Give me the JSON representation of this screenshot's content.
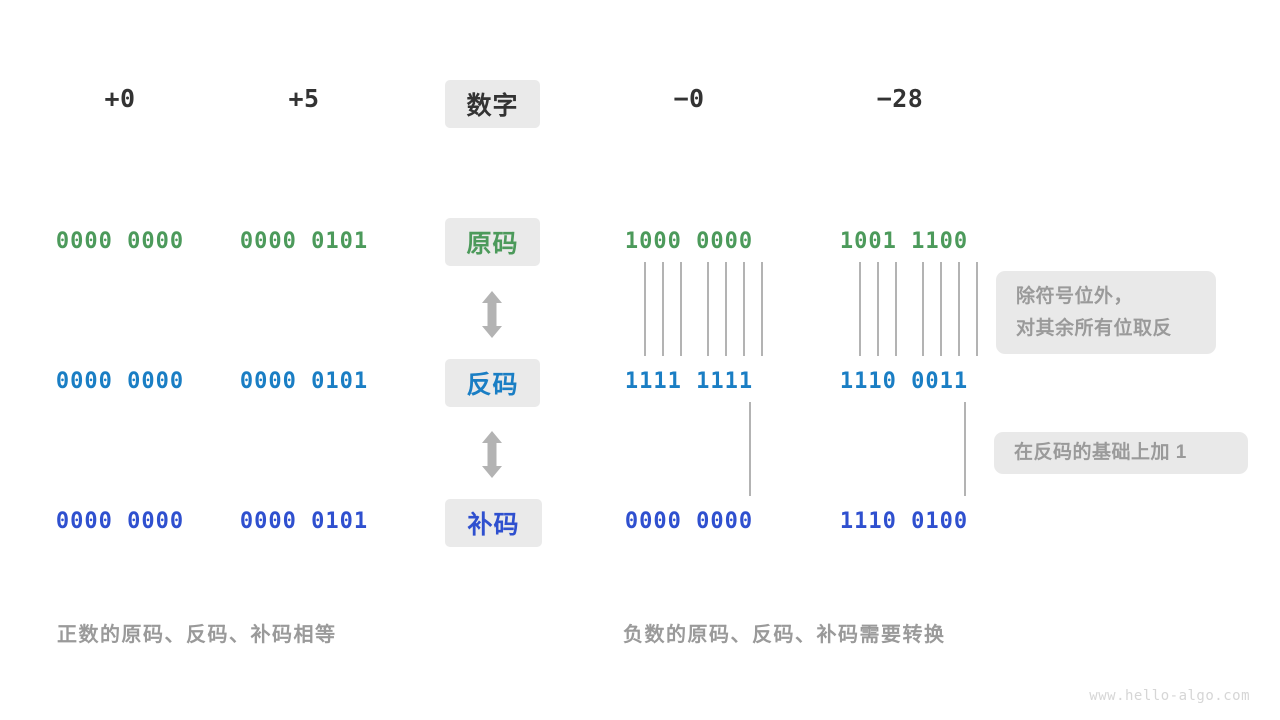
{
  "page": {
    "background": "#ffffff",
    "watermark": "www.hello-algo.com"
  },
  "colors": {
    "sign_magnitude": "#4c9a5b",
    "ones_complement": "#1a7ec4",
    "twos_complement": "#2f50cf",
    "chip_bg": "#eaeaea",
    "annotation_bg": "#e9e9e9",
    "annotation_text": "#9a9a9a",
    "header_text": "#333333",
    "connector_line": "#808080",
    "arrow": "#b0b0b0"
  },
  "header": {
    "center_label": "数字",
    "columns": [
      {
        "name": "pos-zero",
        "value": "+0"
      },
      {
        "name": "pos-five",
        "value": "+5"
      },
      {
        "name": "neg-zero",
        "value": "−0"
      },
      {
        "name": "neg-28",
        "value": "−28"
      }
    ]
  },
  "rows": [
    {
      "key": "sign_magnitude",
      "label": "原码",
      "color": "#4c9a5b",
      "cells": [
        {
          "column": "+0",
          "bits": "0000 0000"
        },
        {
          "column": "+5",
          "bits": "0000 0101"
        },
        {
          "column": "−0",
          "bits": "1000 0000"
        },
        {
          "column": "−28",
          "bits": "1001 1100"
        }
      ]
    },
    {
      "key": "ones_complement",
      "label": "反码",
      "color": "#1a7ec4",
      "cells": [
        {
          "column": "+0",
          "bits": "0000 0000"
        },
        {
          "column": "+5",
          "bits": "0000 0101"
        },
        {
          "column": "−0",
          "bits": "1111 1111"
        },
        {
          "column": "−28",
          "bits": "1110 0011"
        }
      ]
    },
    {
      "key": "twos_complement",
      "label": "补码",
      "color": "#2f50cf",
      "cells": [
        {
          "column": "+0",
          "bits": "0000 0000"
        },
        {
          "column": "+5",
          "bits": "0000 0101"
        },
        {
          "column": "−0",
          "bits": "0000 0000"
        },
        {
          "column": "−28",
          "bits": "1110 0100"
        }
      ]
    }
  ],
  "annotations": [
    {
      "name": "invert-rule",
      "lines": [
        "除符号位外，",
        "对其余所有位取反"
      ],
      "line1": "除符号位外，",
      "line2": "对其余所有位取反"
    },
    {
      "name": "add-one-rule",
      "lines": [
        "在反码的基础上加 1"
      ],
      "line1": "在反码的基础上加 1"
    }
  ],
  "captions": {
    "positive": "正数的原码、反码、补码相等",
    "negative": "负数的原码、反码、补码需要转换"
  },
  "connectors": {
    "invert_bits_note": "7 lines per negative number linking 原码 bits 2–8 to 反码 bits 2–8",
    "add_one_note": "1 line per negative number linking 反码 LSB to 补码 LSB"
  }
}
